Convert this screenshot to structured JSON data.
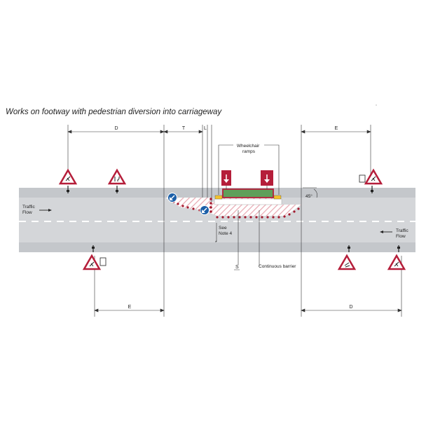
{
  "title": "Works on footway with pedestrian diversion into carriageway",
  "dimensions": {
    "top_left": "D",
    "top_mid": "T",
    "top_small": "L",
    "top_right": "E",
    "bottom_left": "E",
    "bottom_right": "D"
  },
  "labels": {
    "wheelchair_ramps": "Wheelchair ramps",
    "traffic_flow_left": "Traffic Flow",
    "traffic_flow_right": "Traffic Flow",
    "see_note": "See Note 4",
    "s_label": "S",
    "continuous_barrier": "Continuous barrier",
    "angle": "45°"
  },
  "colors": {
    "road": "#d3d5d8",
    "footway": "#c3c6ca",
    "sign_red": "#b51e3a",
    "barrier_green": "#5f9f5a",
    "keep_left_blue": "#1c5fa8",
    "ramp_yellow": "#f2c12e",
    "cone_red": "#a3182d"
  },
  "icons": [
    "roadworks-sign-icon",
    "road-narrows-sign-icon",
    "keep-left-sign-icon",
    "pedestrian-arrow-sign-icon"
  ]
}
